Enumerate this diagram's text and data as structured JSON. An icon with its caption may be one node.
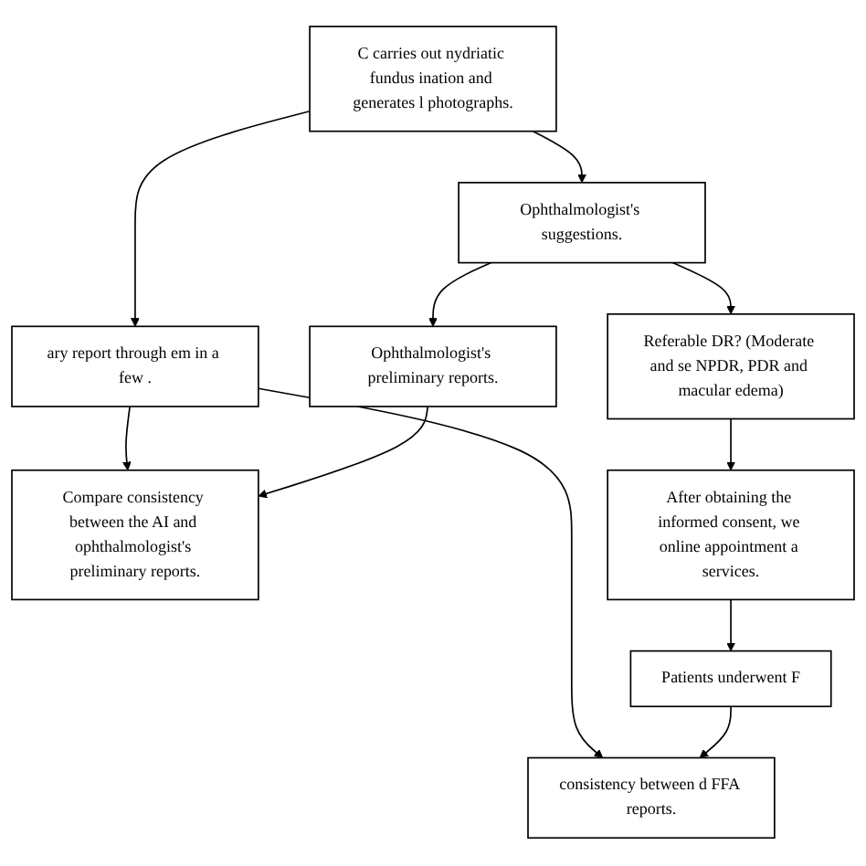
{
  "diagram": {
    "nodes": [
      {
        "text": [
          "C carries out nydriatic fundus ination and generates l photographs."
        ]
      },
      {
        "text": [
          "Ophthalmologist's suggestions."
        ]
      },
      {
        "text": [
          "ary report through em in a few ."
        ]
      },
      {
        "text": [
          "Ophthalmologist's preliminary reports."
        ]
      },
      {
        "text": [
          "Referable DR? (Moderate and se NPDR, PDR and macular edema)"
        ]
      },
      {
        "text": [
          "Compare consistency between the AI and ophthalmologist's preliminary reports."
        ]
      },
      {
        "text": [
          "After obtaining the informed consent, we online appointment a services."
        ]
      },
      {
        "text": [
          "consistency between d FFA reports."
        ]
      },
      {
        "text": [
          "Patients underwent F"
        ]
      }
    ],
    "edges": [
      {
        "from": 0,
        "to": 1,
        "arrow": "to"
      },
      {
        "from": 0,
        "to": 2,
        "arrow": "to"
      },
      {
        "from": 1,
        "to": 3,
        "arrow": "to"
      },
      {
        "from": 1,
        "to": 4,
        "arrow": "to"
      },
      {
        "from": 2,
        "to": 5,
        "arrow": "to"
      },
      {
        "from": 3,
        "to": 5,
        "arrow": "to"
      },
      {
        "from": 4,
        "to": 6,
        "arrow": "to"
      },
      {
        "from": 2,
        "to": 7,
        "arrow": "to"
      },
      {
        "from": 6,
        "to": 8,
        "arrow": "to"
      },
      {
        "from": 8,
        "to": 7,
        "arrow": "to"
      }
    ]
  }
}
